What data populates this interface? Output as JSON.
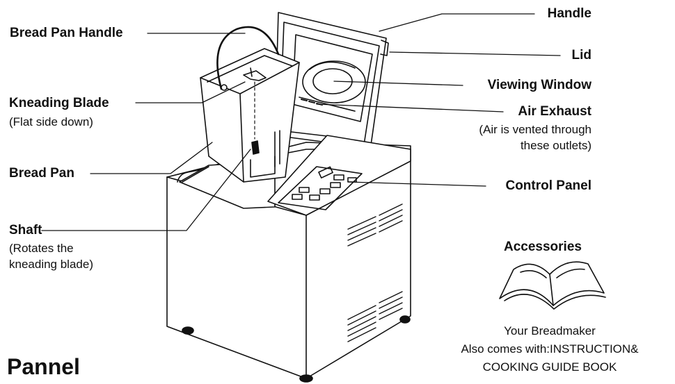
{
  "labels": {
    "bread_pan_handle": "Bread Pan Handle",
    "kneading_blade": "Kneading Blade",
    "kneading_blade_note": "(Flat side down)",
    "bread_pan": "Bread Pan",
    "shaft": "Shaft",
    "shaft_note_1": "(Rotates the",
    "shaft_note_2": "kneading blade)",
    "handle": "Handle",
    "lid": "Lid",
    "viewing_window": "Viewing Window",
    "air_exhaust": "Air Exhaust",
    "air_exhaust_note_1": "(Air is vented through",
    "air_exhaust_note_2": "these outlets)",
    "control_panel": "Control Panel"
  },
  "accessories": {
    "heading": "Accessories",
    "line_1": "Your Breadmaker",
    "line_2": "Also comes with:INSTRUCTION&",
    "line_3": "COOKING GUIDE BOOK"
  },
  "title": "Pannel",
  "icons": [
    "open-book-icon"
  ],
  "colors": {
    "ink": "#111111",
    "background": "#ffffff"
  }
}
